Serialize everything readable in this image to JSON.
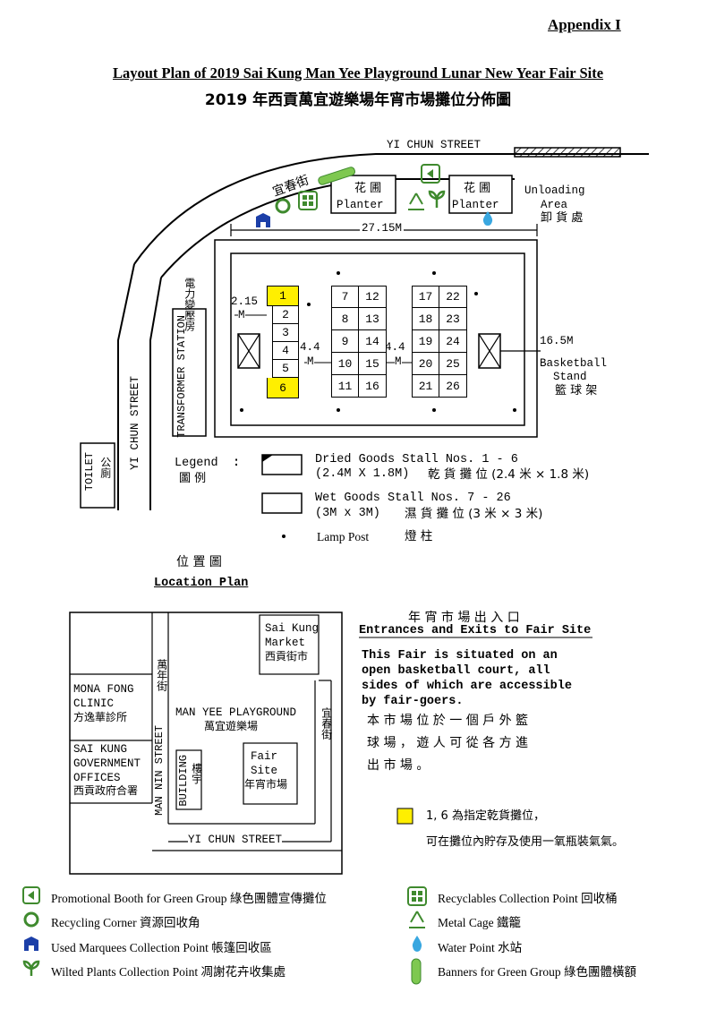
{
  "header": {
    "appendix": "Appendix I",
    "title_en": "Layout Plan of 2019 Sai Kung Man Yee Playground Lunar New Year Fair Site",
    "title_zh": "2019 年西貢萬宜遊樂場年宵市場攤位分佈圖"
  },
  "map": {
    "yi_chun_street_top": "YI CHUN STREET",
    "yi_chun_street_zh": "宜春街",
    "yi_chun_street_left": "YI CHUN STREET",
    "planter1_zh": "花 圃",
    "planter1_en": "Planter",
    "planter2_zh": "花 圃",
    "planter2_en": "Planter",
    "unloading_en1": "Unloading",
    "unloading_en2": "Area",
    "unloading_zh": "卸 貨 處",
    "dim_width": "27.15M",
    "dim_215_a": "2.15",
    "dim_215_b": "M",
    "dim_44a": "4.4",
    "dim_44a_m": "M",
    "dim_44b": "4.4",
    "dim_44b_m": "M",
    "dim_165": "16.5M",
    "basketball_en1": "Basketball",
    "basketball_en2": "Stand",
    "basketball_zh": "籃 球 架",
    "transformer_en": "TRANSFORMER STATION",
    "transformer_zh": "電力變壓房",
    "toilet_en": "TOILET",
    "toilet_zh": "公廁",
    "stalls_col1": [
      "1",
      "2",
      "3",
      "4",
      "5",
      "6"
    ],
    "stalls_col2": [
      "7",
      "8",
      "9",
      "10",
      "11"
    ],
    "stalls_col3": [
      "12",
      "13",
      "14",
      "15",
      "16"
    ],
    "stalls_col4": [
      "17",
      "18",
      "19",
      "20",
      "21"
    ],
    "stalls_col5": [
      "22",
      "23",
      "24",
      "25",
      "26"
    ]
  },
  "legend_map": {
    "title_en": "Legend",
    "colon": ":",
    "title_zh": "圖 例",
    "dry_line1": "Dried Goods Stall Nos. 1 - 6",
    "dry_line2": "(2.4M X 1.8M)",
    "dry_zh": "乾 貨 攤 位 (2.4 米 × 1.8 米)",
    "wet_line1": "Wet Goods Stall Nos. 7 - 26",
    "wet_line2": "(3M x 3M)",
    "wet_zh": "濕 貨 攤 位 (3 米 × 3 米)",
    "lamp_en": "Lamp Post",
    "lamp_zh": "燈 柱"
  },
  "location": {
    "title_zh": "位 置 圖",
    "title_en": "Location Plan",
    "sai_kung_market_1": "Sai Kung",
    "sai_kung_market_2": "Market",
    "sai_kung_market_zh": "西貢街市",
    "mona_fong_1": "MONA FONG",
    "mona_fong_2": "CLINIC",
    "mona_fong_zh": "方逸華診所",
    "govt_1": "SAI KUNG",
    "govt_2": "GOVERNMENT",
    "govt_3": "OFFICES",
    "govt_zh": "西貢政府合署",
    "man_nin_en": "MAN NIN STREET",
    "man_nin_zh": "萬年街",
    "man_yee_en": "MAN YEE PLAYGROUND",
    "man_yee_zh": "萬宜遊樂場",
    "building_en": "BUILDING",
    "building_zh": "樓宇",
    "fair_site_1": "Fair",
    "fair_site_2": "Site",
    "fair_site_zh": "年宵市場",
    "yi_chun_right_zh": "宜春街",
    "yi_chun_bottom": "YI CHUN STREET"
  },
  "entrances": {
    "title_zh": "年 宵 市 場 出 入 口",
    "title_en": "Entrances and Exits to Fair Site",
    "text_en_1": "This Fair is situated on an",
    "text_en_2": "open basketball court, all",
    "text_en_3": "sides of which are accessible",
    "text_en_4": "by fair-goers.",
    "text_zh_1": "本 市 場 位 於 一 個 戶 外 籃",
    "text_zh_2": "球 場 ， 遊 人 可 從 各 方 進",
    "text_zh_3": "出 市 場 。"
  },
  "gas_note": {
    "line1": "1, 6 為指定乾貨攤位，",
    "line2": "可在攤位內貯存及使用一氧瓶裝氣氣。"
  },
  "legend_bottom": {
    "promo": "Promotional Booth for Green Group 綠色團體宣傳攤位",
    "recycling": "Recycling Corner 資源回收角",
    "marquees": "Used Marquees Collection Point 帳篷回收區",
    "wilted": "Wilted Plants Collection Point 凋謝花卉收集處",
    "recyclables": "Recyclables Collection Point 回收桶",
    "metal": "Metal Cage 鐵籠",
    "water": "Water Point 水站",
    "banners": "Banners for Green Group 綠色團體橫額"
  },
  "colors": {
    "yellow_stall": "#ffef00",
    "green_icon": "#3f8a2e",
    "banner_green": "#7ec850",
    "marquee_blue": "#1c3fa8",
    "water_blue": "#39a7e0"
  }
}
